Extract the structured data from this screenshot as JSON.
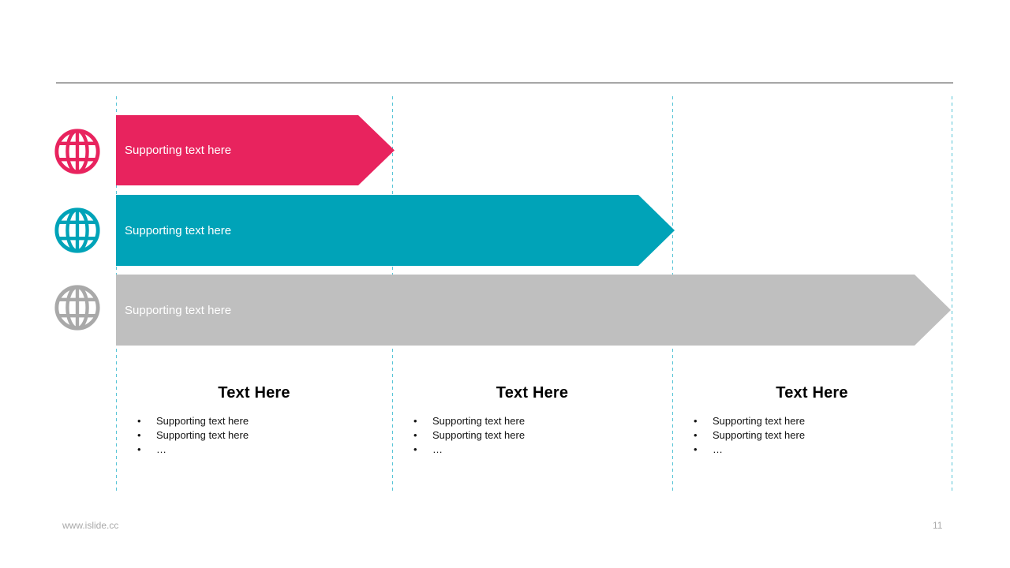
{
  "slide": {
    "footer_url": "www.islide.cc",
    "page_number": "11"
  },
  "colors": {
    "pink": "#E8235E",
    "teal": "#00A3B8",
    "gray_arrow": "#BFBFBF",
    "gray_icon": "#A9A9A9",
    "guide_dash": "#57C4D6",
    "top_divider": "#A6A6A6",
    "arrow_text": "#FFFFFF",
    "body_text": "#000000"
  },
  "rows": [
    {
      "icon": "globe-icon",
      "icon_color": "#E8235E",
      "arrow_color": "#E8235E",
      "label": "Supporting text here"
    },
    {
      "icon": "globe-icon",
      "icon_color": "#00A3B8",
      "arrow_color": "#00A3B8",
      "label": "Supporting text here"
    },
    {
      "icon": "globe-icon",
      "icon_color": "#A9A9A9",
      "arrow_color": "#BFBFBF",
      "label": "Supporting text here"
    }
  ],
  "columns": [
    {
      "heading": "Text Here",
      "bullet_char": "•",
      "bullets": [
        "Supporting text here",
        "Supporting text here",
        "…"
      ]
    },
    {
      "heading": "Text Here",
      "bullet_char": "•",
      "bullets": [
        "Supporting text here",
        "Supporting text here",
        "…"
      ]
    },
    {
      "heading": "Text Here",
      "bullet_char": "•",
      "bullets": [
        "Supporting text here",
        "Supporting text here",
        "…"
      ]
    }
  ]
}
